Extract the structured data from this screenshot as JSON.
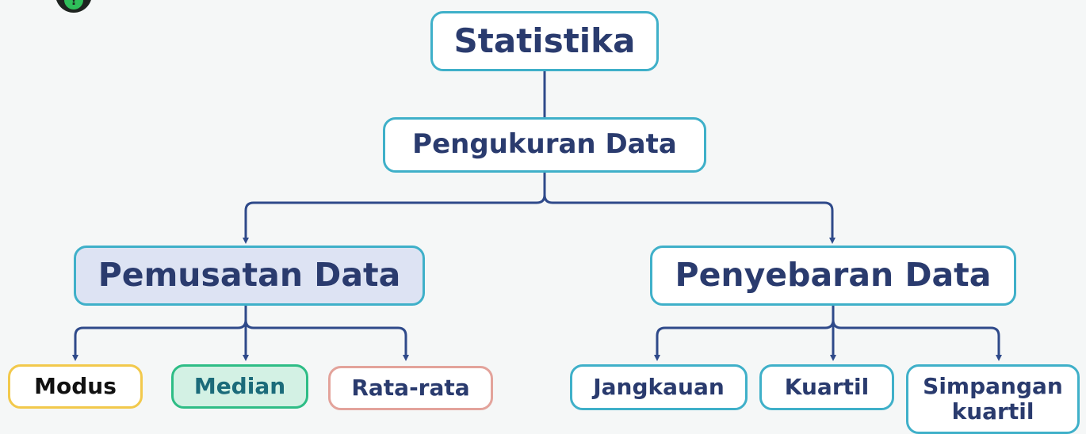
{
  "diagram": {
    "root": {
      "label": "Statistika"
    },
    "level1": {
      "label": "Pengukuran Data"
    },
    "branches": [
      {
        "label": "Pemusatan Data",
        "children": [
          "Modus",
          "Median",
          "Rata-rata"
        ]
      },
      {
        "label": "Penyebaran Data",
        "children": [
          "Jangkauan",
          "Kuartil",
          "Simpangan kuartil"
        ]
      }
    ]
  },
  "colors": {
    "background": "#f5f7f7",
    "text": "#2a3b6e",
    "connector": "#2f4a8a",
    "node_border": "#3fb0c9",
    "highlight_fill": "#dde3f3",
    "modus_border": "#f2c94c",
    "median_border": "#2ebd86",
    "median_fill": "#d3f1e4",
    "median_text": "#1b6b7a",
    "ratarata_border": "#e3a39b"
  },
  "icons": {
    "badge": "info-badge-icon"
  }
}
